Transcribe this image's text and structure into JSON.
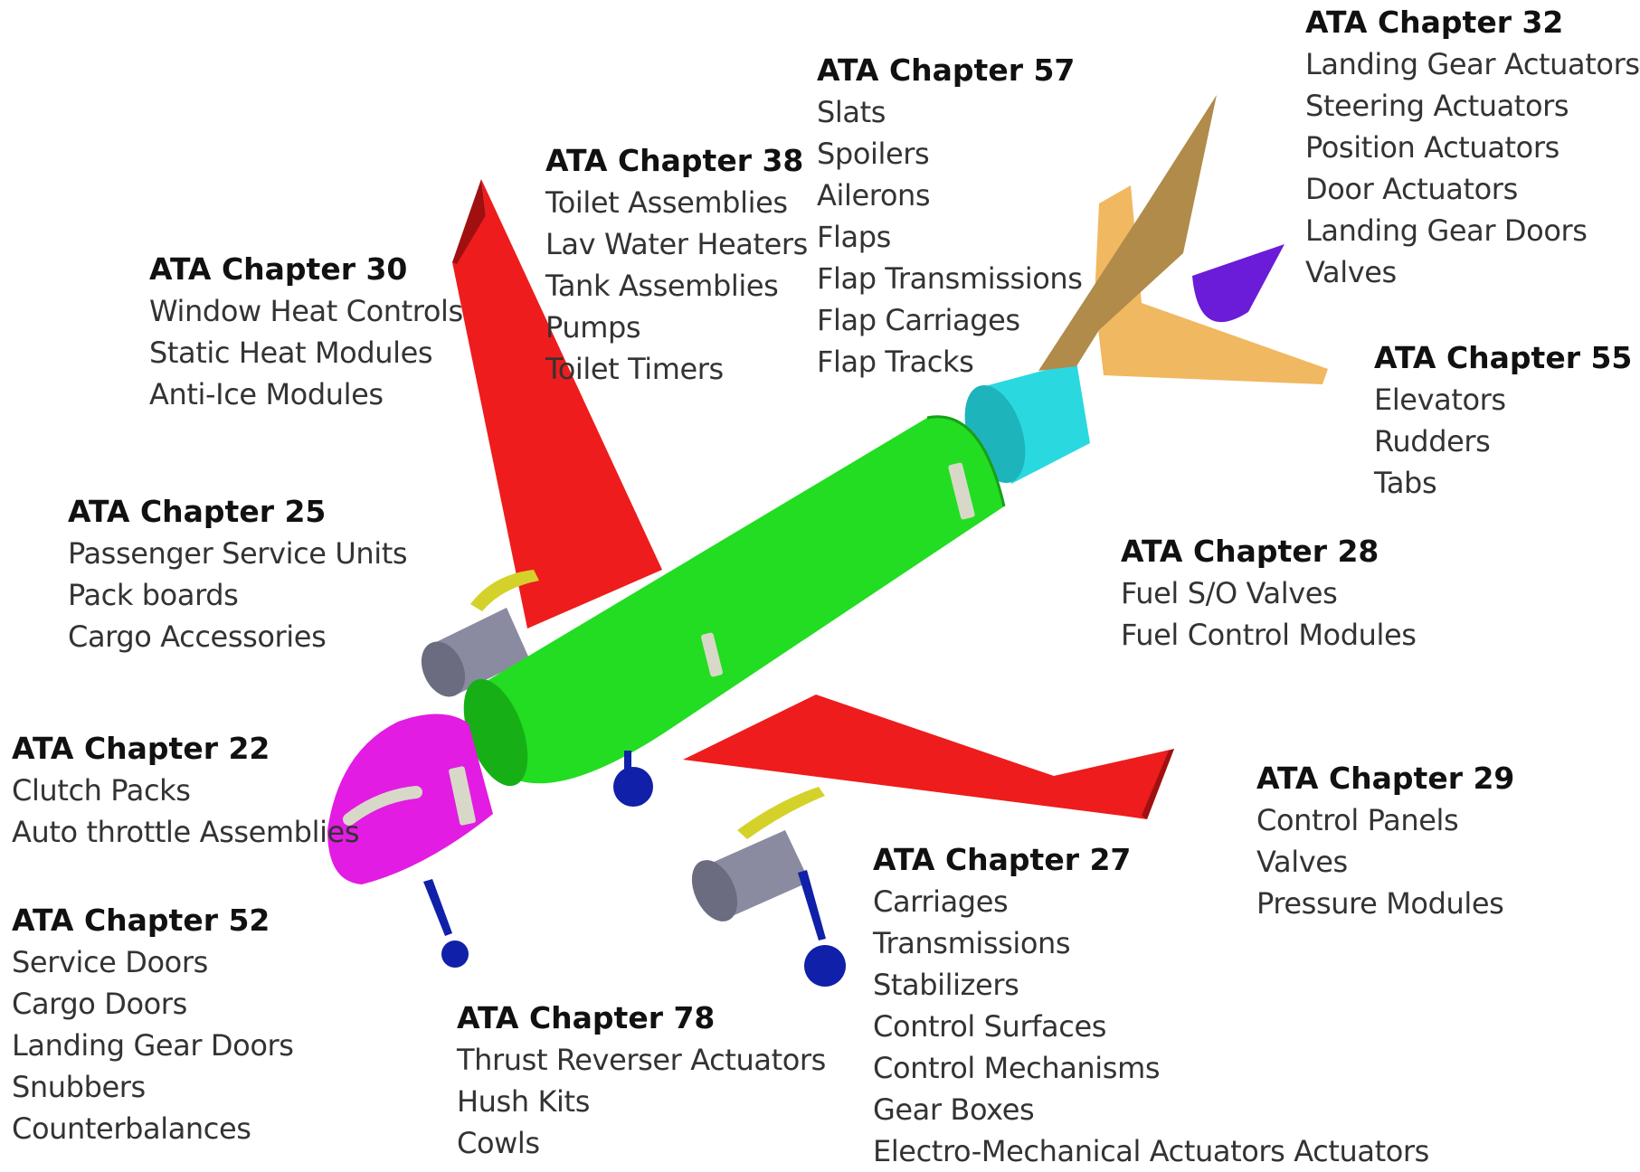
{
  "diagram": {
    "groups": [
      {
        "id": "ch32",
        "title": "ATA Chapter 32",
        "items": [
          "Landing Gear Actuators",
          "Steering Actuators",
          "Position Actuators",
          "Door Actuators",
          "Landing Gear Doors",
          "Valves"
        ]
      },
      {
        "id": "ch57",
        "title": "ATA Chapter 57",
        "items": [
          "Slats",
          "Spoilers",
          "Ailerons",
          "Flaps",
          "Flap Transmissions",
          "Flap Carriages",
          "Flap Tracks"
        ]
      },
      {
        "id": "ch38",
        "title": "ATA Chapter 38",
        "items": [
          "Toilet Assemblies",
          "Lav Water Heaters",
          "Tank Assemblies",
          "Pumps",
          "Toilet Timers"
        ]
      },
      {
        "id": "ch30",
        "title": "ATA Chapter 30",
        "items": [
          "Window Heat Controls",
          "Static Heat Modules",
          "Anti-Ice Modules"
        ]
      },
      {
        "id": "ch55",
        "title": "ATA Chapter 55",
        "items": [
          "Elevators",
          "Rudders",
          "Tabs"
        ]
      },
      {
        "id": "ch25",
        "title": "ATA Chapter 25",
        "items": [
          "Passenger Service Units",
          "Pack boards",
          "Cargo Accessories"
        ]
      },
      {
        "id": "ch28",
        "title": "ATA Chapter 28",
        "items": [
          "Fuel S/O Valves",
          "Fuel Control Modules"
        ]
      },
      {
        "id": "ch22",
        "title": "ATA Chapter 22",
        "items": [
          "Clutch Packs",
          "Auto throttle Assemblies"
        ]
      },
      {
        "id": "ch29",
        "title": "ATA Chapter 29",
        "items": [
          "Control Panels",
          "Valves",
          "Pressure Modules"
        ]
      },
      {
        "id": "ch27",
        "title": "ATA Chapter 27",
        "items": [
          "Carriages",
          "Transmissions",
          "Stabilizers",
          "Control Surfaces",
          "Control Mechanisms",
          "Gear Boxes",
          "Electro-Mechanical Actuators Actuators"
        ]
      },
      {
        "id": "ch52",
        "title": "ATA Chapter 52",
        "items": [
          "Service Doors",
          "Cargo Doors",
          "Landing Gear Doors",
          "Snubbers",
          "Counterbalances"
        ]
      },
      {
        "id": "ch78",
        "title": "ATA Chapter 78",
        "items": [
          "Thrust Reverser Actuators",
          "Hush Kits",
          "Cowls"
        ]
      }
    ],
    "colors": {
      "wings": "#ee1c1c",
      "fuselage": "#22dd22",
      "nose": "#e21ce2",
      "tail_cone": "#2ad8e0",
      "vertical_stabilizer": "#b08b4a",
      "horizontal_stabilizer": "#f0b860",
      "apu": "#6a1cd8",
      "engines": "#8a8aa0",
      "pylons": "#d4d22a",
      "landing_gear": "#1020a8",
      "windows": "#d8d8c8"
    }
  }
}
